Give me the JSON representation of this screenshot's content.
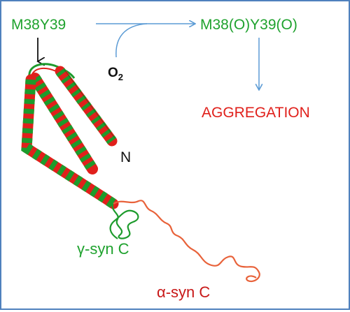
{
  "labels": {
    "reactant": "M38Y39",
    "product": "M38(O)Y39(O)",
    "oxidant_main": "O",
    "oxidant_sub": "2",
    "outcome": "AGGREGATION",
    "n_terminus": "N",
    "gamma_c": "γ-syn C",
    "alpha_c": "α-syn C"
  },
  "colors": {
    "green": "#1fa22e",
    "red": "#e0201b",
    "arrow_blue": "#5b9bd5",
    "frame_blue": "#4f81bd",
    "alpha_tail": "#e8623a",
    "gamma_tail": "#1d9b2c"
  },
  "icons": {
    "site_pointer": "down-arrow",
    "reaction_arrow": "right-arrow",
    "aggregation_arrow": "down-arrow"
  }
}
